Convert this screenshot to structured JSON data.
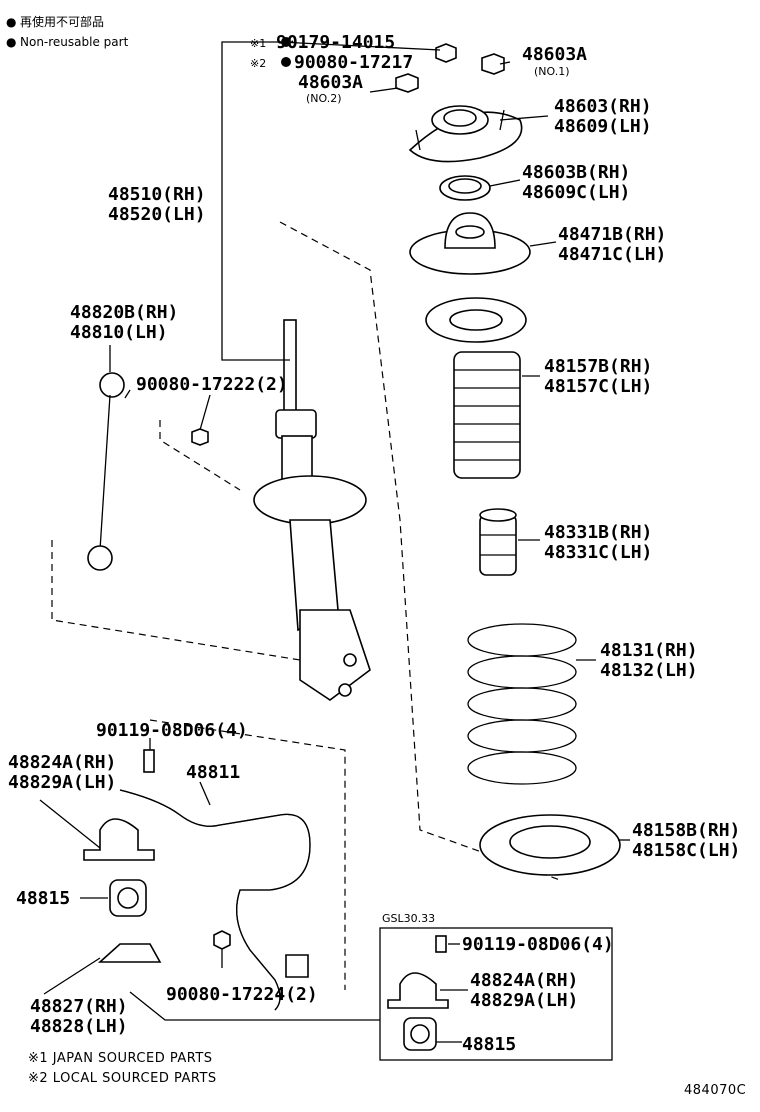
{
  "legend": {
    "bullet": "●",
    "line1": "再使用不可部品",
    "line2": "Non-reusable part"
  },
  "parts": {
    "nut_japan_mark": "※1",
    "nut_japan": "90179-14015",
    "nut_local_mark": "※2",
    "nut_local": "90080-17217",
    "nut_no2": "48603A",
    "nut_no2_note": "(NO.2)",
    "nut_no1": "48603A",
    "nut_no1_note": "(NO.1)",
    "support_rh": "48603(RH)",
    "support_lh": "48609(LH)",
    "bearing_rh": "48603B(RH)",
    "bearing_lh": "48609C(LH)",
    "seat_upper_rh": "48471B(RH)",
    "seat_upper_lh": "48471C(LH)",
    "strut_rh": "48510(RH)",
    "strut_lh": "48520(LH)",
    "link_rh": "48820B(RH)",
    "link_lh": "48810(LH)",
    "link_nut": "90080-17222(2)",
    "insulator_rh": "48157B(RH)",
    "insulator_lh": "48157C(LH)",
    "bumper_rh": "48331B(RH)",
    "bumper_lh": "48331C(LH)",
    "spring_rh": "48131(RH)",
    "spring_lh": "48132(LH)",
    "seat_lower_rh": "48158B(RH)",
    "seat_lower_lh": "48158C(LH)",
    "bracket_bolt": "90119-08D06(4)",
    "bracket_rh": "48824A(RH)",
    "bracket_lh": "48829A(LH)",
    "stabilizer_bar": "48811",
    "bushing": "48815",
    "stab_nut": "90080-17224(2)",
    "retainer_rh": "48827(RH)",
    "retainer_lh": "48828(LH)"
  },
  "inset": {
    "title": "GSL30.33",
    "bolt": "90119-08D06(4)",
    "bracket_rh": "48824A(RH)",
    "bracket_lh": "48829A(LH)",
    "bushing": "48815"
  },
  "notes": {
    "note1": "※1 JAPAN SOURCED PARTS",
    "note2": "※2 LOCAL SOURCED PARTS"
  },
  "figure_id": "484070C"
}
